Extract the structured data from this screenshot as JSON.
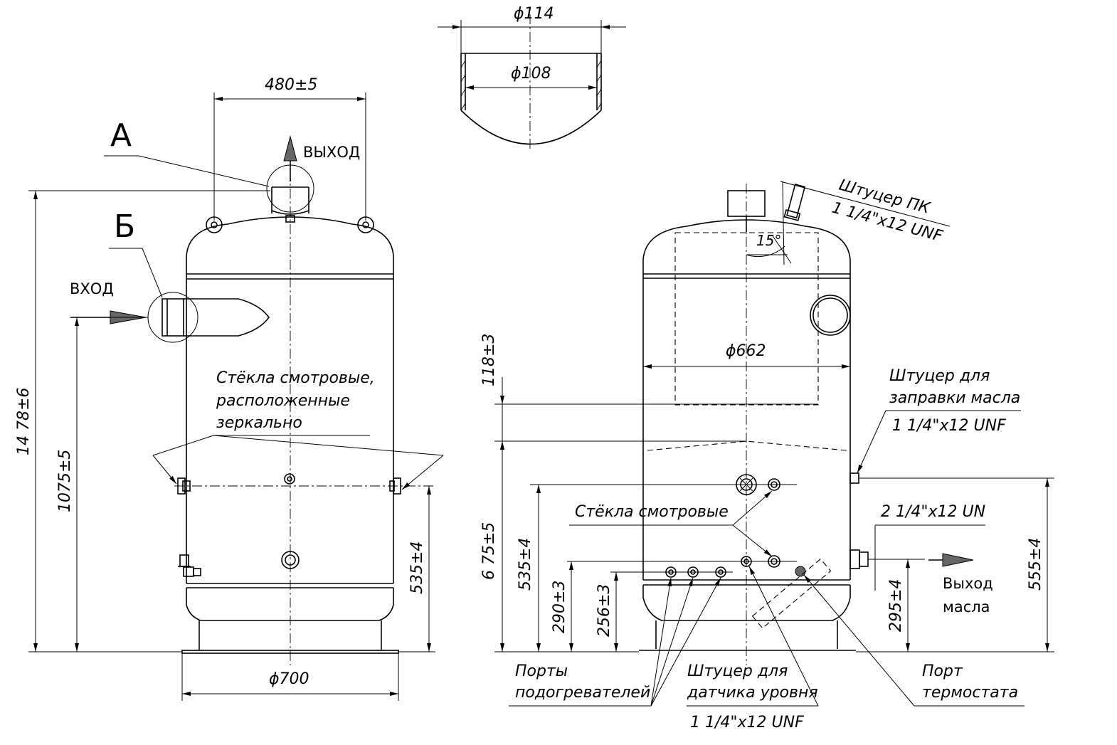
{
  "dimensions": {
    "d114": "ϕ114",
    "d108": "ϕ108",
    "d700": "ϕ700",
    "d662": "ϕ662",
    "w480": "480±5",
    "h1478": "14 78±6",
    "h1075": "1075±5",
    "h535_left": "535±4",
    "h118": "118±3",
    "h675": "6 75±5",
    "h535_right": "535±4",
    "h290": "290±3",
    "h256": "256±3",
    "h295": "295±4",
    "h555": "555±4",
    "angle15": "15°"
  },
  "labels": {
    "view_a": "А",
    "view_b": "Б",
    "outlet": "ВЫХОД",
    "inlet": "ВХОД",
    "sight_glasses_mirror": [
      "Стёкла смотровые,",
      "расположенные",
      "зеркально"
    ],
    "pk_fitting": [
      "Штуцер ПК",
      "1 1/4\"x12 UNF"
    ],
    "oil_fill_fitting": [
      "Штуцер для",
      "заправки масла",
      "1 1/4\"x12 UNF"
    ],
    "oil_outlet_thread": "2 1/4\"x12 UN",
    "oil_outlet": [
      "Выход",
      "масла"
    ],
    "sight_glasses": "Стёкла смотровые",
    "heater_ports": [
      "Порты",
      "подогревателей"
    ],
    "level_sensor_fitting": [
      "Штуцер для",
      "датчика уровня",
      "1 1/4\"x12 UNF"
    ],
    "thermostat_port": [
      "Порт",
      "термостата"
    ]
  }
}
